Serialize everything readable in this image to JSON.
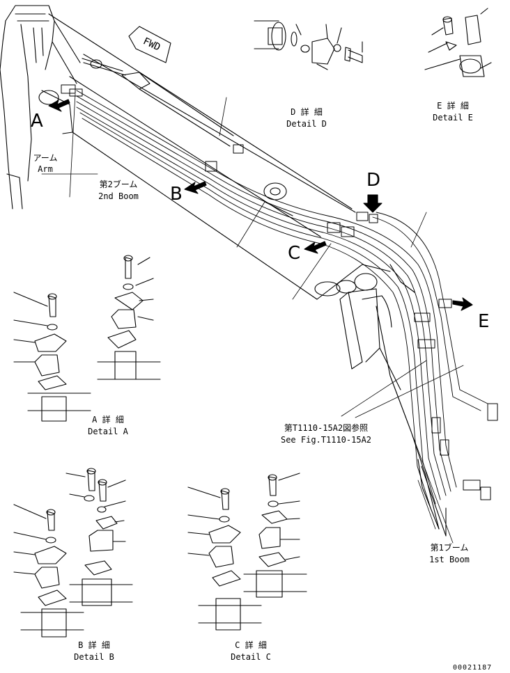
{
  "fwd": "FWD",
  "letters": {
    "a": "A",
    "b": "B",
    "c": "C",
    "d": "D",
    "e": "E"
  },
  "arm": {
    "jp": "アーム",
    "en": "Arm"
  },
  "boom2": {
    "jp": "第2ブーム",
    "en": "2nd Boom"
  },
  "boom1": {
    "jp": "第1ブーム",
    "en": "1st Boom"
  },
  "details": {
    "a": {
      "jp": "A 詳 細",
      "en": "Detail A"
    },
    "b": {
      "jp": "B 詳 細",
      "en": "Detail B"
    },
    "c": {
      "jp": "C 詳 細",
      "en": "Detail C"
    },
    "d": {
      "jp": "D 詳 細",
      "en": "Detail D"
    },
    "e": {
      "jp": "E 詳 細",
      "en": "Detail E"
    }
  },
  "ref": {
    "jp": "第T1110-15A2図参照",
    "en": "See Fig.T1110-15A2"
  },
  "code": "00021187"
}
